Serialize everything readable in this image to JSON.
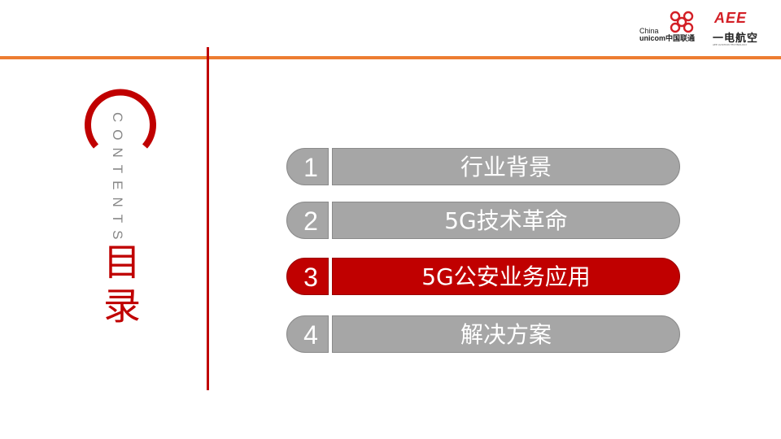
{
  "header": {
    "unicom": {
      "line1": "China",
      "line2": "unicom中国联通"
    },
    "aee": {
      "mark": "AEE",
      "cn_name": "一电航空",
      "en_name": "AEE AVIATION TECHNOLOGY"
    },
    "accent_color": "#ed7d31"
  },
  "title": {
    "en": "CONTENTS",
    "cn": "目录",
    "color": "#c00000"
  },
  "menu": {
    "items": [
      {
        "number": "1",
        "label": "行业背景",
        "active": false
      },
      {
        "number": "2",
        "label": "5G技术革命",
        "active": false
      },
      {
        "number": "3",
        "label": "5G公安业务应用",
        "active": true
      },
      {
        "number": "4",
        "label": "解决方案",
        "active": false
      }
    ],
    "inactive_color": "#a6a6a6",
    "active_color": "#c00000"
  }
}
